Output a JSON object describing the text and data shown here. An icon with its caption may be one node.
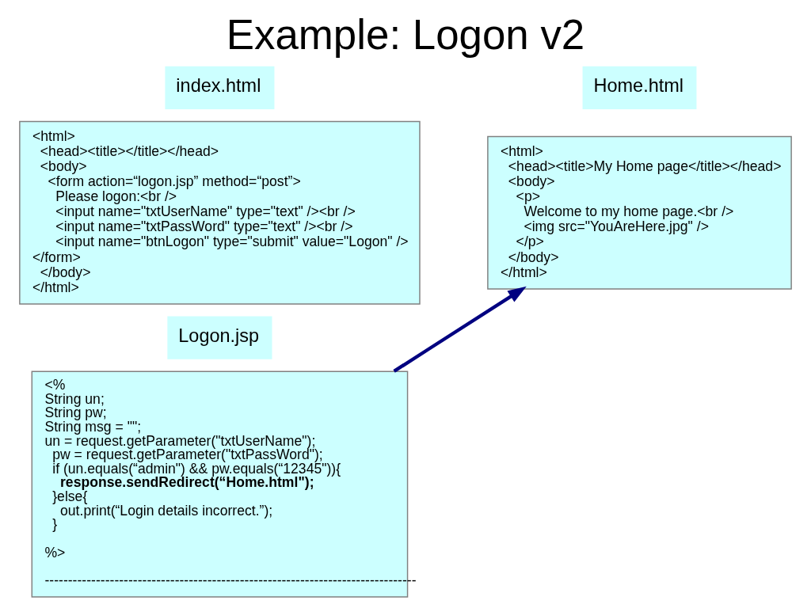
{
  "diagram": {
    "title": "Example: Logon v2",
    "nodes": [
      {
        "text": [
          "index.html"
        ]
      },
      {
        "text": [
          "<html>",
          "<head><title></title></head>",
          "<body>",
          "<form action=“logon.jsp” method=“post”>",
          "Please logon:<br />",
          "<input name=\"txtUserName\" type=\"text\" /><br />",
          "<input name=\"txtPassWord\" type=\"text\" /><br />",
          "<input name=\"btnLogon\" type=\"submit\" value=\"Logon\" />",
          "</form>",
          "</body>",
          "</html>"
        ]
      },
      {
        "text": [
          "Home.html"
        ]
      },
      {
        "text": [
          "<html>",
          "<head><title>My Home page</title></head>",
          "<body>",
          "<p>",
          "Welcome to my home page.<br />",
          "<img src=\"YouAreHere.jpg\" />",
          "</p>",
          "</body>",
          "</html>"
        ]
      },
      {
        "text": [
          "Logon.jsp"
        ]
      },
      {
        "text": [
          "<%",
          "String un;",
          "String pw;",
          "String msg = \"\";",
          "un = request.getParameter(\"txtUserName\");",
          "pw = request.getParameter(\"txtPassWord\");",
          "if (un.equals(“admin\") && pw.equals(“12345\")){",
          "response.sendRedirect(“Home.html\");",
          "}else{",
          "out.print(“Login details incorrect.”);",
          "}",
          "%>",
          "--------------------------------------------------------------------------------"
        ]
      }
    ],
    "edges": [
      {
        "from": 5,
        "to": 3,
        "arrow": "to"
      }
    ]
  }
}
